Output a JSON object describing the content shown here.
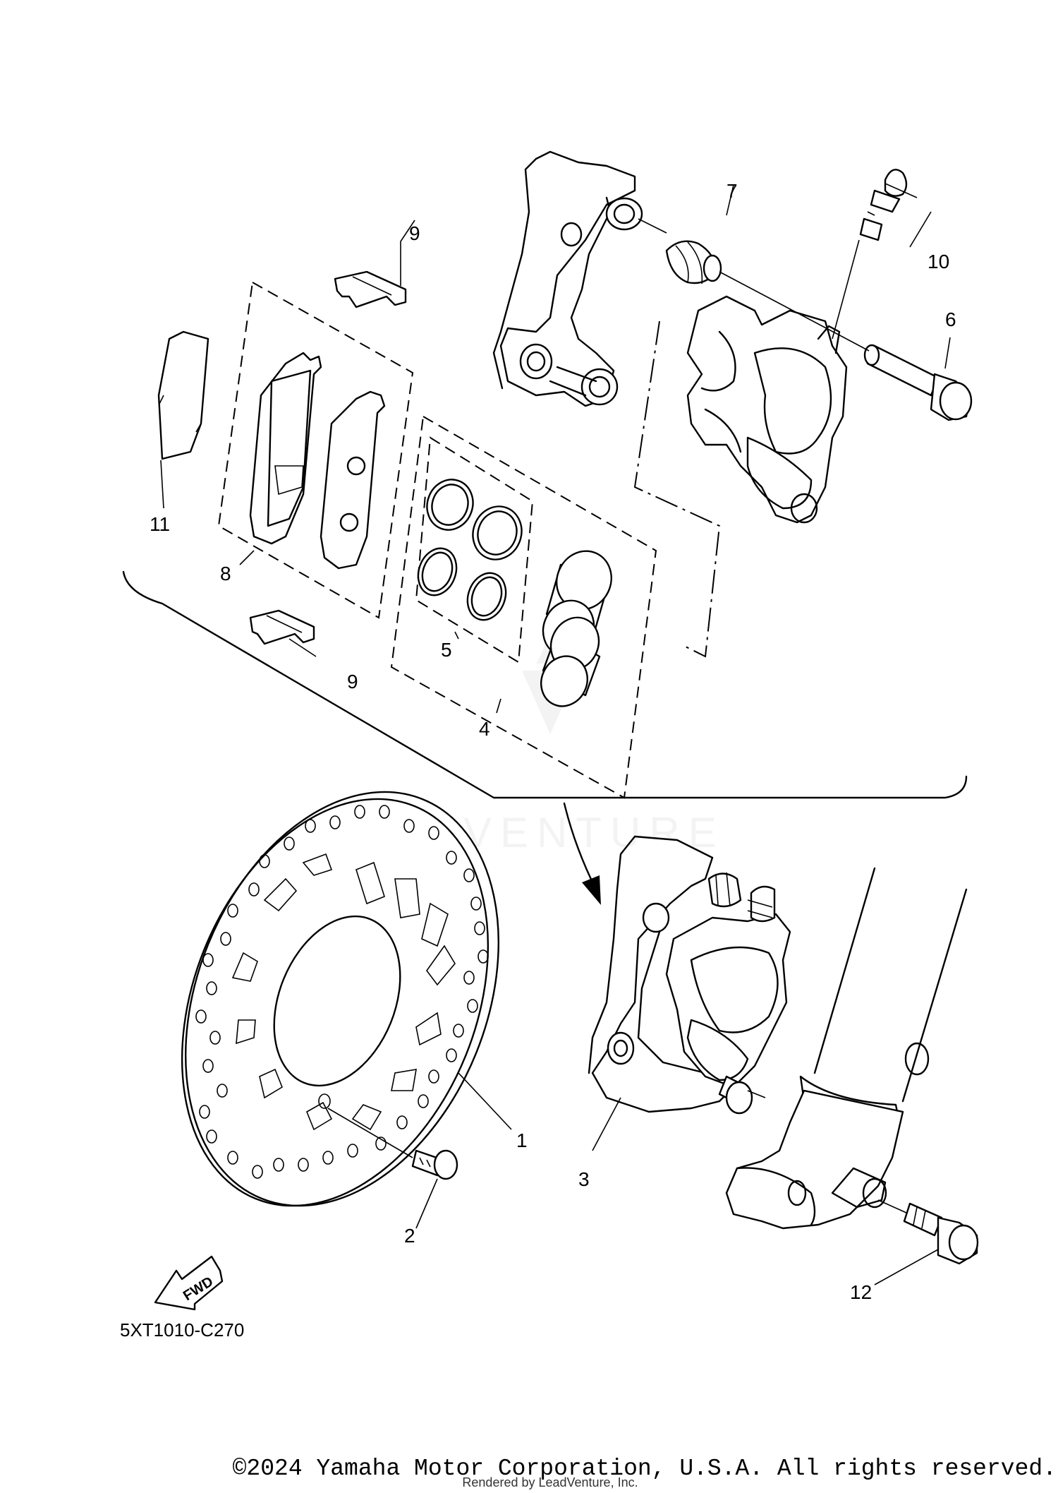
{
  "diagram": {
    "callouts": [
      "1",
      "2",
      "3",
      "4",
      "5",
      "6",
      "7",
      "8",
      "9",
      "9",
      "10",
      "11",
      "12"
    ],
    "diagram_code": "5XT1010-C270",
    "fwd_label": "FWD",
    "watermark": "LEADVENTURE"
  },
  "footer": {
    "copyright": "©2024 Yamaha Motor Corporation, U.S.A. All rights reserved.",
    "rendered_by": "Rendered by LeadVenture, Inc."
  },
  "colors": {
    "line": "#000000",
    "background": "#ffffff",
    "watermark": "#e8e8e8"
  }
}
